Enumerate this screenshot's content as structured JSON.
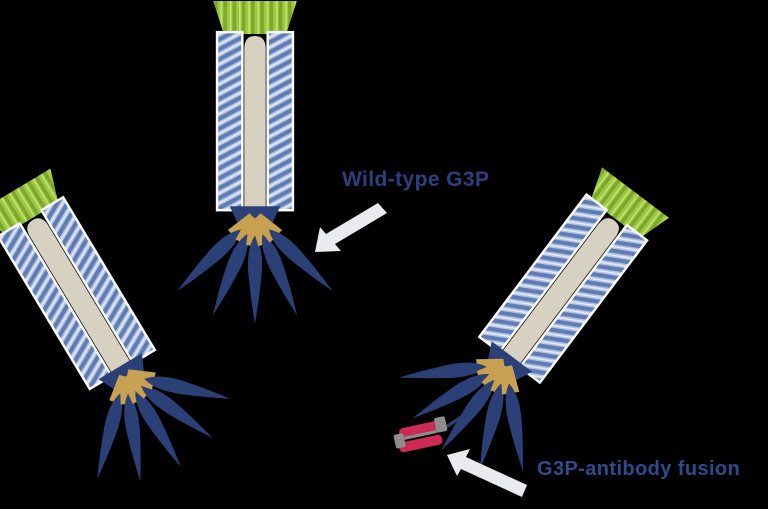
{
  "diagram": {
    "type": "phage-display-schematic",
    "labels": {
      "wild_type": "Wild-type G3P",
      "fusion": "G3P-antibody fusion"
    },
    "icons": {
      "wild_type_arrow": "arrow-down-left",
      "fusion_arrow": "arrow-up-left"
    },
    "phages": [
      {
        "id": "left",
        "rotation_deg": -31,
        "has_antibody": false
      },
      {
        "id": "middle",
        "rotation_deg": 0,
        "has_antibody": false
      },
      {
        "id": "right",
        "rotation_deg": 37,
        "has_antibody": true
      }
    ]
  },
  "colors": {
    "background": "#000000",
    "label_wild": "#2a4080",
    "label_fusion": "#2d4b8e",
    "coat_dark": "#5f7cb6",
    "coat_light": "#b3c2e0",
    "coat_white": "#e8edf6",
    "rod_beige": "#d6d1c1",
    "cap_green": "#9cc93f",
    "cap_green_dark": "#7ca62c",
    "cap_green_light": "#c3e276",
    "fiber_navy": "#2b4076",
    "connector_tan": "#c7a150",
    "antibody_red": "#ce2a56",
    "antibody_gray": "#8d8d8d",
    "arrow_white": "#e9ebee"
  }
}
